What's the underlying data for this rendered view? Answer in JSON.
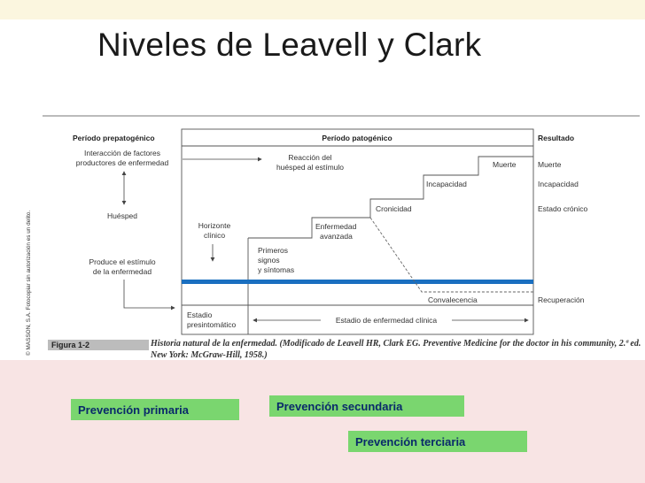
{
  "slide": {
    "title": "Niveles de Leavell y Clark"
  },
  "figure": {
    "credit": "© MASSON, S.A. Fotocopiar sin autorización es un delito.",
    "headers": {
      "prepatogenico": "Período prepatogénico",
      "patogenico": "Período patogénico",
      "resultado": "Resultado"
    },
    "left": {
      "interaccion_1": "Interacción de factores",
      "interaccion_2": "productores de enfermedad",
      "huesped": "Huésped",
      "produce_1": "Produce el estímulo",
      "produce_2": "de la enfermedad"
    },
    "reaccion_1": "Reacción del",
    "reaccion_2": "huésped al estímulo",
    "horizonte_1": "Horizonte",
    "horizonte_2": "clínico",
    "stages": {
      "primeros_1": "Primeros",
      "primeros_2": "signos",
      "primeros_3": "y síntomas",
      "avanzada_1": "Enfermedad",
      "avanzada_2": "avanzada",
      "cronicidad": "Cronicidad",
      "incapacidad": "Incapacidad",
      "muerte": "Muerte",
      "convalecencia": "Convalecencia"
    },
    "outcomes": {
      "muerte": "Muerte",
      "incapacidad": "Incapacidad",
      "cronico": "Estado crónico",
      "recuperacion": "Recuperación"
    },
    "bottom": {
      "estadio_1": "Estadio",
      "estadio_2": "presintomático",
      "clinica": "Estadio de enfermedad clínica"
    },
    "caption_label": "Figura 1-2",
    "caption": "Historia natural de la enfermedad. (Modificado de Leavell HR, Clark EG. Preventive Medicine for the doctor in his community, 2.ª ed. New York: McGraw-Hill, 1958.)"
  },
  "prevention": {
    "primaria": "Prevención primaria",
    "secundaria": "Prevención secundaria",
    "terciaria": "Prevención terciaria"
  },
  "colors": {
    "prevention_bg": "#7ad66f",
    "prevention_text": "#0a2a6a",
    "band_line": "#1a6fc0",
    "bottom_band": "#f8e4e4",
    "top_band": "#fbf6df"
  }
}
